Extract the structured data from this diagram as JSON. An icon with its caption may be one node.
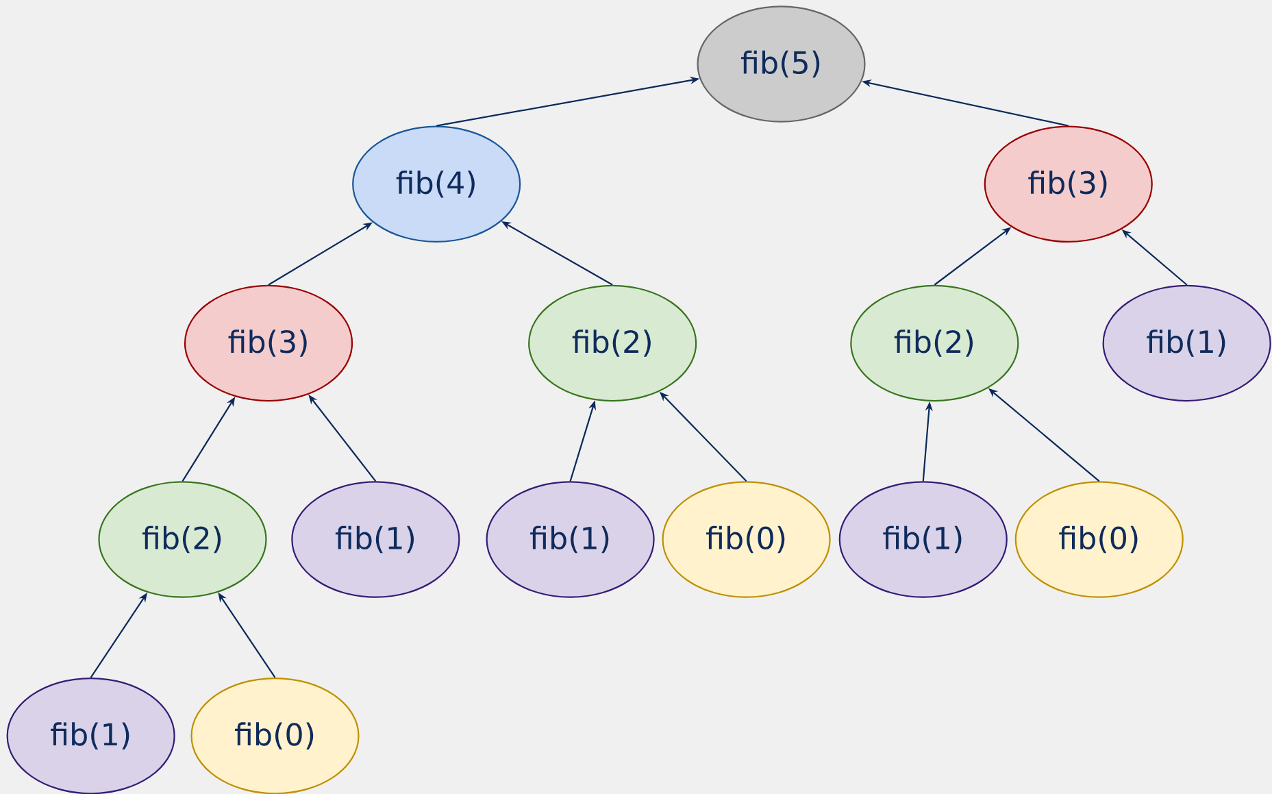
{
  "diagram": {
    "nodes": [
      {
        "text": [
          "fib(5)"
        ]
      },
      {
        "text": [
          "fib(4)"
        ]
      },
      {
        "text": [
          "fib(3)"
        ]
      },
      {
        "text": [
          "fib(3)"
        ]
      },
      {
        "text": [
          "fib(2)"
        ]
      },
      {
        "text": [
          "fib(2)"
        ]
      },
      {
        "text": [
          "fib(1)"
        ]
      },
      {
        "text": [
          "fib(2)"
        ]
      },
      {
        "text": [
          "fib(1)"
        ]
      },
      {
        "text": [
          "fib(1)"
        ]
      },
      {
        "text": [
          "fib(0)"
        ]
      },
      {
        "text": [
          "fib(1)"
        ]
      },
      {
        "text": [
          "fib(0)"
        ]
      },
      {
        "text": [
          "fib(1)"
        ]
      },
      {
        "text": [
          "fib(0)"
        ]
      }
    ],
    "edges": [
      {
        "from": 1,
        "to": 0,
        "arrow": "to"
      },
      {
        "from": 2,
        "to": 0,
        "arrow": "to"
      },
      {
        "from": 3,
        "to": 1,
        "arrow": "to"
      },
      {
        "from": 4,
        "to": 1,
        "arrow": "to"
      },
      {
        "from": 5,
        "to": 2,
        "arrow": "to"
      },
      {
        "from": 6,
        "to": 2,
        "arrow": "to"
      },
      {
        "from": 7,
        "to": 3,
        "arrow": "to"
      },
      {
        "from": 8,
        "to": 3,
        "arrow": "to"
      },
      {
        "from": 9,
        "to": 4,
        "arrow": "to"
      },
      {
        "from": 10,
        "to": 4,
        "arrow": "to"
      },
      {
        "from": 11,
        "to": 5,
        "arrow": "to"
      },
      {
        "from": 12,
        "to": 5,
        "arrow": "to"
      },
      {
        "from": 13,
        "to": 7,
        "arrow": "to"
      },
      {
        "from": 14,
        "to": 7,
        "arrow": "to"
      }
    ]
  }
}
